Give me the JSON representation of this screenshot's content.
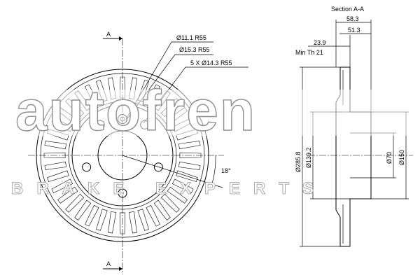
{
  "brand": {
    "logo_text": "autofren",
    "tagline": "BRAKE EXPERTS"
  },
  "section": {
    "title": "Section A-A",
    "marker_top": "A",
    "marker_bottom": "A",
    "min_thickness_label": "Min Th 21"
  },
  "front_view": {
    "callouts": [
      "Ø11.1 R55",
      "Ø15.3 R55",
      "5 X Ø14.3 R55"
    ],
    "vent_angle": "18°"
  },
  "side_view": {
    "dim_overall_height": "58.3",
    "dim_hat_height": "51.3",
    "dim_disc_thickness": "23.9",
    "dim_outer_diameter": "Ø285.8",
    "dim_hat_diameter": "Ø139.2",
    "dim_center_bore": "Ø70",
    "dim_hub_face": "Ø150"
  }
}
